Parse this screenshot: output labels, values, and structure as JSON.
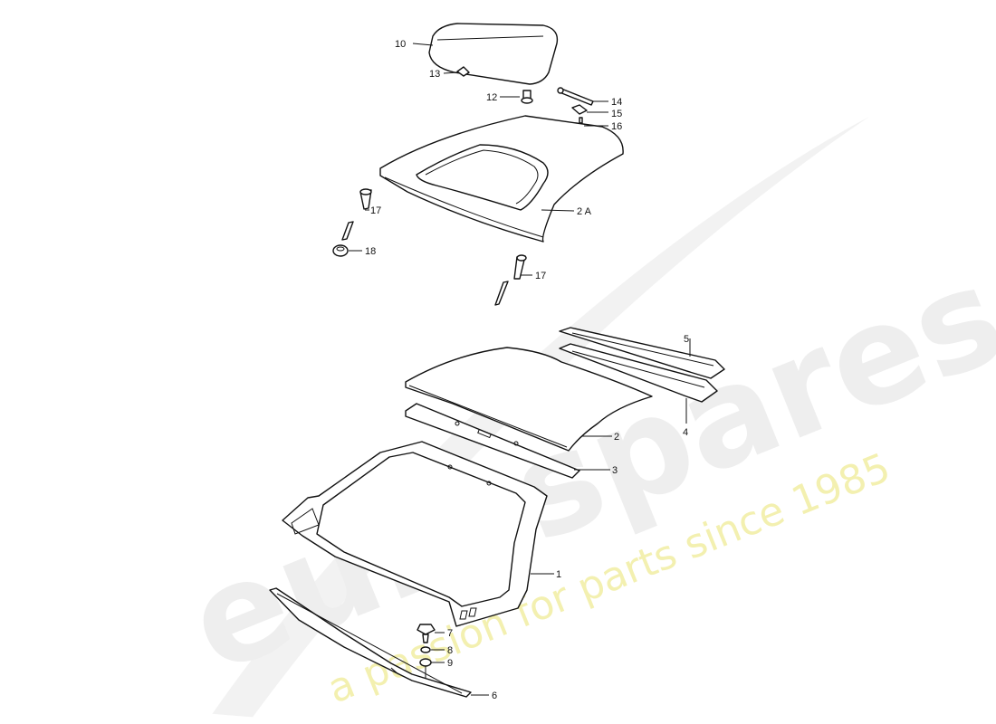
{
  "watermark": {
    "brand": "eurospares",
    "tagline": "a passion for parts since 1985",
    "brand_color": "#eeeeee",
    "tagline_color": "#f3f0b0"
  },
  "callouts": {
    "c1": "1",
    "c2": "2",
    "c2a": "2 A",
    "c3": "3",
    "c4": "4",
    "c5": "5",
    "c6": "6",
    "c7": "7",
    "c8": "8",
    "c9": "9",
    "c10": "10",
    "c12": "12",
    "c13": "13",
    "c14": "14",
    "c15": "15",
    "c16": "16",
    "c17a": "17",
    "c17b": "17",
    "c18": "18"
  }
}
